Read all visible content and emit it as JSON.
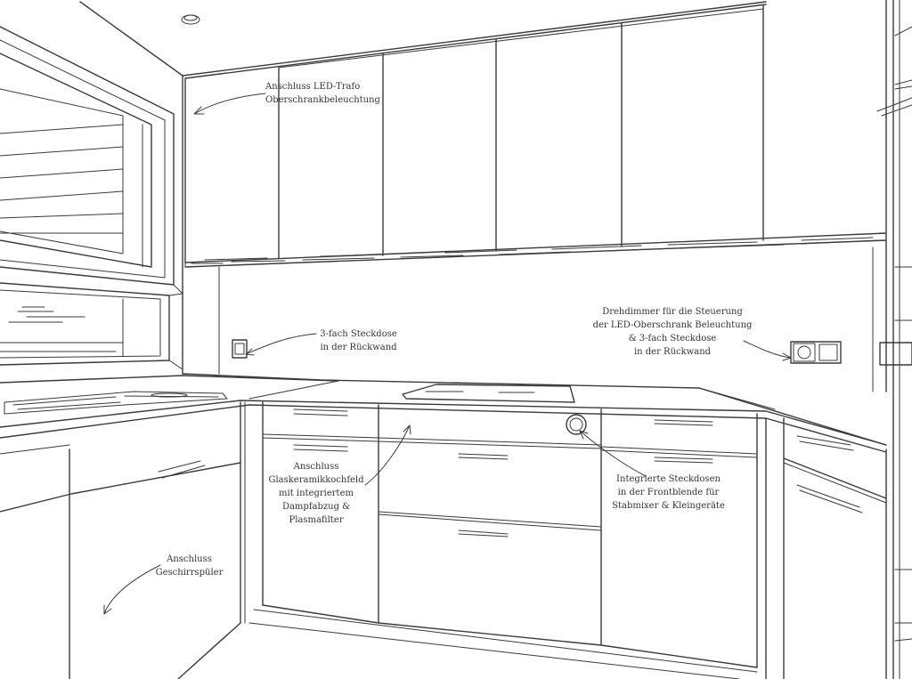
{
  "colors": {
    "ink": "#3a3a3a",
    "paper": "#ffffff"
  },
  "annotations": {
    "led_transformer": [
      "Anschluss LED-Trafo",
      "Oberschrankbeleuchtung"
    ],
    "backwall_socket": [
      "3-fach Steckdose",
      "in der Rückwand"
    ],
    "dimmer": [
      "Drehdimmer für die Steuerung",
      "der LED-Oberschrank Beleuchtung",
      "& 3-fach Steckdose",
      "in der Rückwand"
    ],
    "hob": [
      "Anschluss",
      "Glaskeramikkochfeld",
      "mit integriertem",
      "Dampfabzug &",
      "Plasmafilter"
    ],
    "front_sockets": [
      "Integrierte Steckdosen",
      "in der Frontblende für",
      "Stabmixer & Kleingeräte"
    ],
    "dishwasher": [
      "Anschluss",
      "Geschirrspüler"
    ]
  }
}
